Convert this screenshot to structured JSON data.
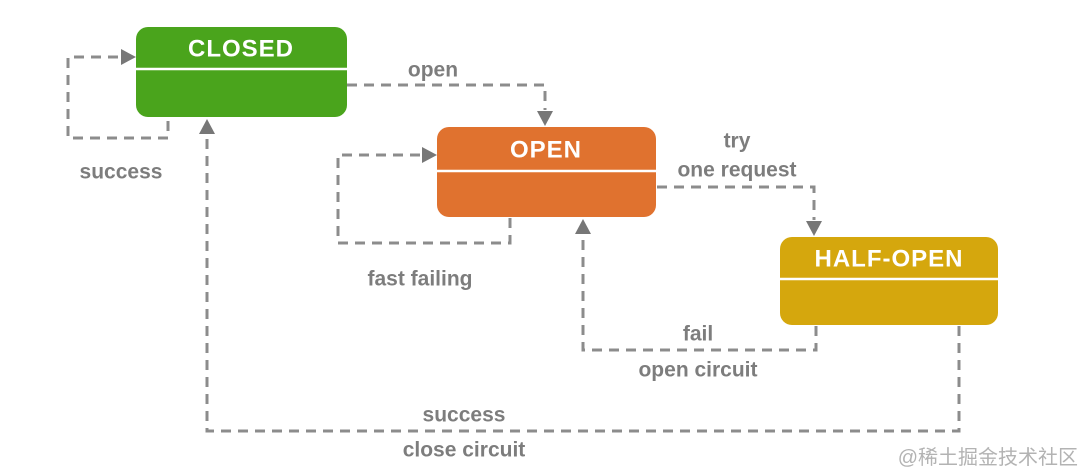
{
  "diagram_name": "circuit breaker state diagram",
  "states": {
    "closed": {
      "label": "CLOSED"
    },
    "open": {
      "label": "OPEN"
    },
    "half_open": {
      "label": "HALF-OPEN"
    }
  },
  "transitions": {
    "success_loop": {
      "from": "closed",
      "to": "closed",
      "label_lines": [
        "success"
      ]
    },
    "open_transition": {
      "from": "closed",
      "to": "open",
      "label_lines": [
        "open"
      ]
    },
    "fast_failing_loop": {
      "from": "open",
      "to": "open",
      "label_lines": [
        "fast failing"
      ]
    },
    "try_one_request": {
      "from": "open",
      "to": "half_open",
      "label_lines": [
        "try",
        "one request"
      ]
    },
    "fail_open_circuit": {
      "from": "half_open",
      "to": "open",
      "label_lines": [
        "fail",
        "open circuit"
      ]
    },
    "success_close_circuit": {
      "from": "half_open",
      "to": "closed",
      "label_lines": [
        "success",
        "close circuit"
      ]
    }
  },
  "watermark": "@稀土掘金技术社区",
  "colors": {
    "state_closed": "#4aa41c",
    "state_open": "#e0722f",
    "state_half_open": "#d5a70d",
    "state_title_text": "#ffffff",
    "transition_line": "#8c8c8c",
    "arrowhead": "#777777",
    "transition_label": "#7d7d7d",
    "watermark": "#b3b3b3",
    "background": "#ffffff"
  }
}
